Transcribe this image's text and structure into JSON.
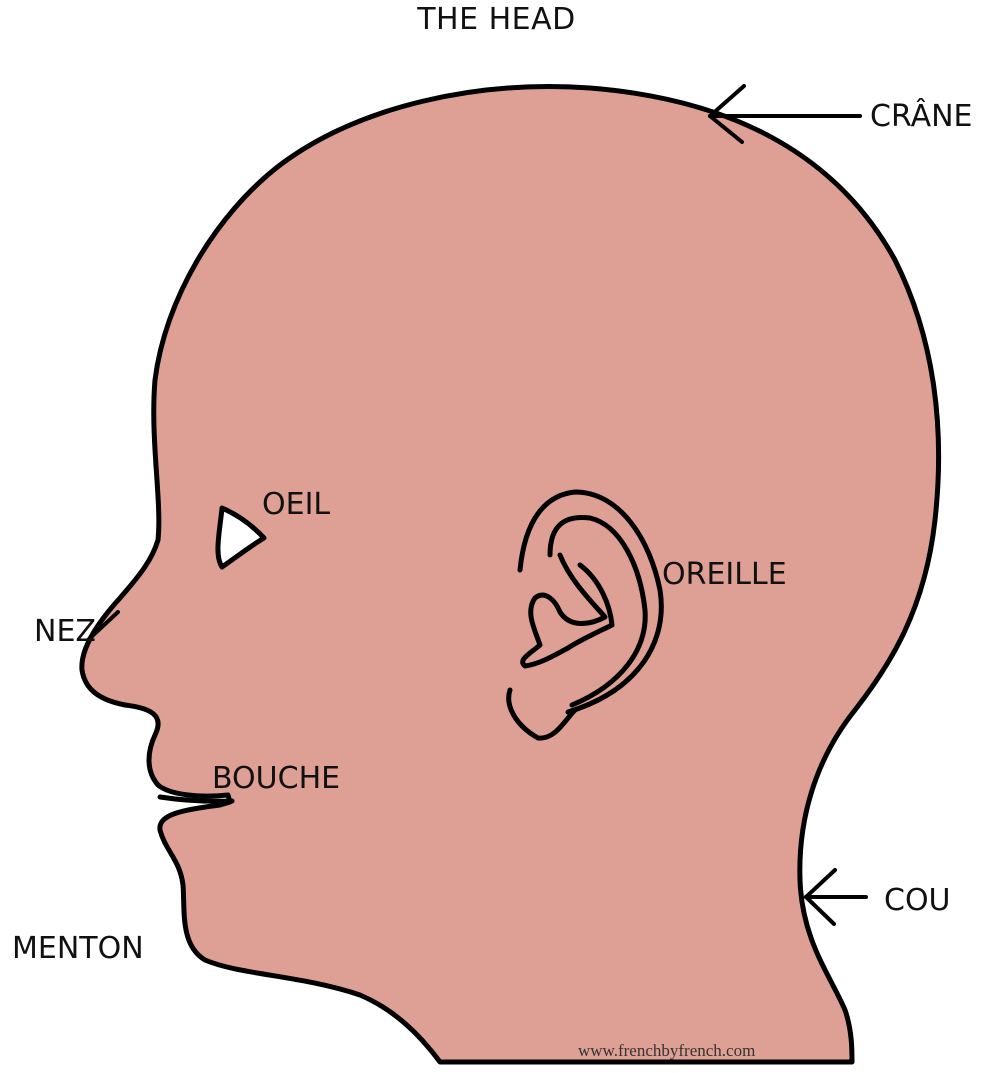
{
  "title": "THE HEAD",
  "labels": {
    "crane": "CRÂNE",
    "oeil": "OEIL",
    "oreille": "OREILLE",
    "nez": "NEZ",
    "bouche": "BOUCHE",
    "menton": "MENTON",
    "cou": "COU"
  },
  "credit": "www.frenchbyfrench.com",
  "colors": {
    "skin": "#de9f95",
    "outline": "#000000",
    "background": "#ffffff"
  }
}
